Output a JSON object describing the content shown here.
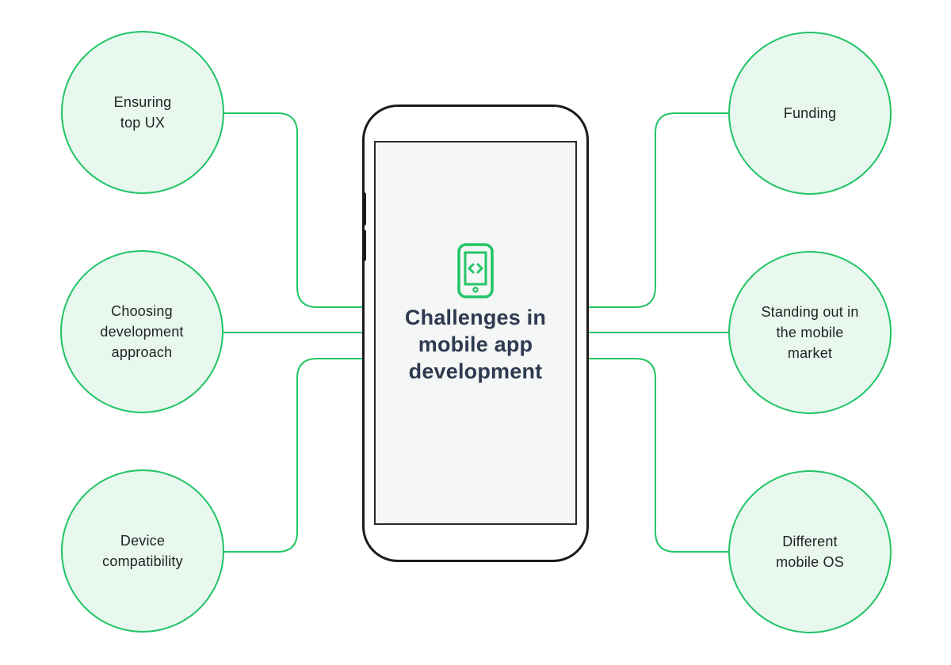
{
  "diagram": {
    "center": {
      "title": "Challenges in\nmobile app\ndevelopment",
      "icon": "mobile-code-icon"
    },
    "nodes": {
      "left": [
        {
          "label": "Ensuring\ntop UX"
        },
        {
          "label": "Choosing\ndevelopment\napproach"
        },
        {
          "label": "Device\ncompatibility"
        }
      ],
      "right": [
        {
          "label": "Funding"
        },
        {
          "label": "Standing out in\nthe mobile\nmarket"
        },
        {
          "label": "Different\nmobile OS"
        }
      ]
    }
  },
  "colors": {
    "accent_green": "#23c567",
    "circle_fill": "#e8f8ef",
    "phone_outline": "#1b1b1b",
    "screen_bg": "#f5f6f6",
    "screen_border": "#2b2b2b",
    "title_text": "#2d3a50",
    "label_text": "#232323",
    "page_bg": "#ffffff"
  }
}
